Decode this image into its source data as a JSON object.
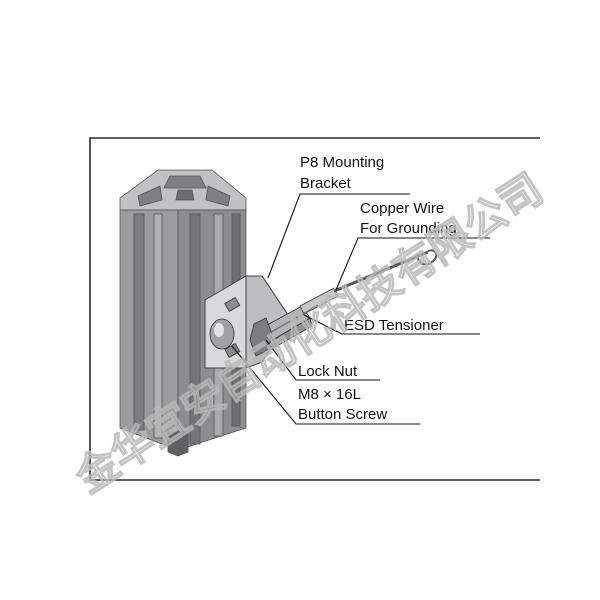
{
  "labels": {
    "bracket_line1": "P8 Mounting",
    "bracket_line2": "Bracket",
    "wire_line1": "Copper Wire",
    "wire_line2": "For Grounding",
    "tensioner": "ESD Tensioner",
    "lock_nut": "Lock Nut",
    "screw_line1": "M8 × 16L",
    "screw_line2": "Button Screw"
  },
  "watermark": "金华宜安自动化科技有限公司",
  "colors": {
    "profile_light": "#a6a8aa",
    "profile_mid": "#8e9092",
    "profile_dark": "#6f7173",
    "frame": "#2b2b2b",
    "leader": "#111111",
    "watermark": "#b9b9b9"
  }
}
